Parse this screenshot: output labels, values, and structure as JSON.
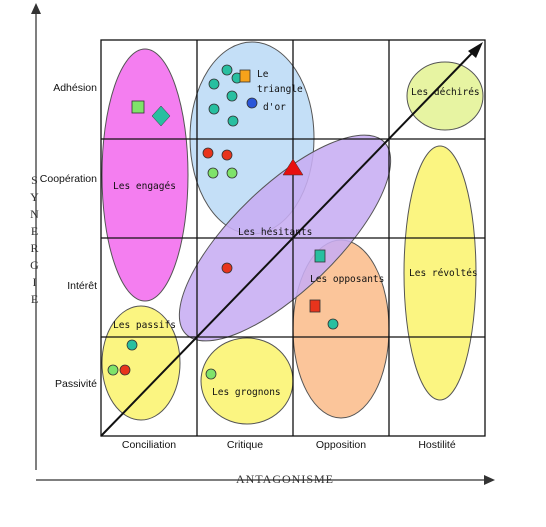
{
  "axes": {
    "vertical_title": "SYNERGIE",
    "horizontal_title": "ANTAGONISME",
    "rows": [
      "Adhésion",
      "Coopération",
      "Intérêt",
      "Passivité"
    ],
    "columns": [
      "Conciliation",
      "Critique",
      "Opposition",
      "Hostilité"
    ]
  },
  "groups": {
    "engages": "Les engagés",
    "triangle_line1": "Le",
    "triangle_line2": "triangle",
    "triangle_line3": "d'or",
    "dechires": "Les  déchirés",
    "hesitants": "Les hésitants",
    "opposants": "Les opposants",
    "revoltes": "Les révoltés",
    "passifs": "Les passifs",
    "grognons": "Les grognons"
  },
  "colors": {
    "magenta": "#f47ef0",
    "blue": "#c4dff7",
    "purple": "#c7adf2",
    "orange": "#fbc59a",
    "yellow": "#fbf581",
    "light_green": "#e7f4a2",
    "teal": "#28bfa0",
    "green": "#7fe36a",
    "red": "#e8341c",
    "blue_dot": "#2a56d8",
    "orange_square": "#f7a21a"
  }
}
